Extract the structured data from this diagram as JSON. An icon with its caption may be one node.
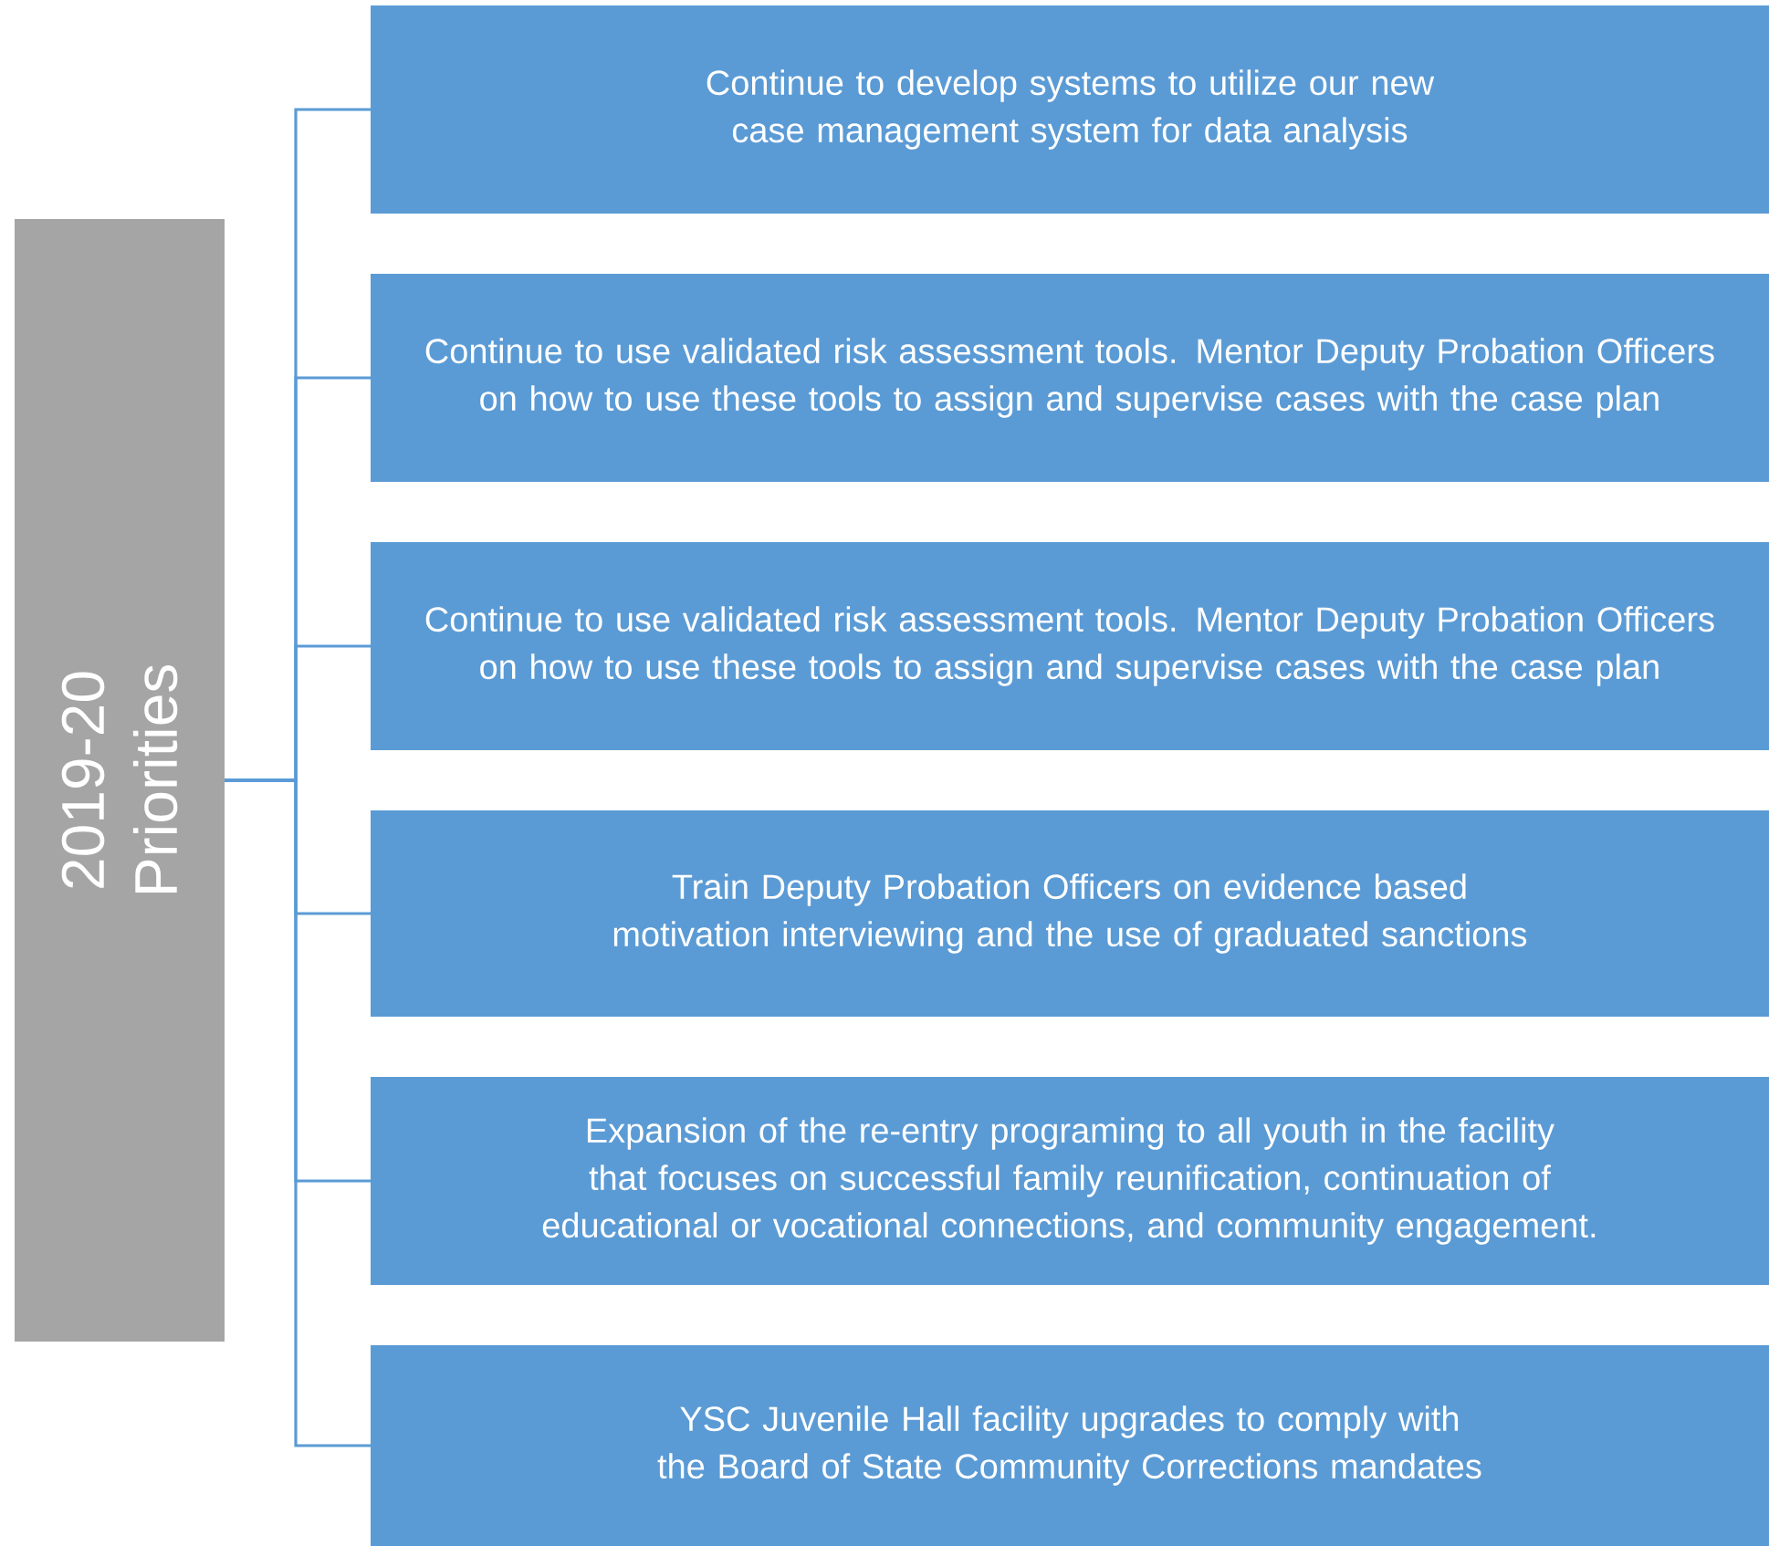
{
  "diagram": {
    "nodes": [
      {
        "text": [
          "2019-20 Priorities"
        ]
      },
      {
        "text": [
          "Continue to develop systems to utilize our new case management system for data analysis"
        ]
      },
      {
        "text": [
          "Continue to use validated risk assessment tools. Mentor  Deputy Probation Officers on how to use these tools to assign and supervise cases with the case plan"
        ]
      },
      {
        "text": [
          "Continue to use validated risk assessment tools. Mentor  Deputy Probation Officers on how to use these tools to assign and supervise cases with the case plan"
        ]
      },
      {
        "text": [
          "Train Deputy Probation Officers on evidence based motivation interviewing and the use of graduated sanctions"
        ]
      },
      {
        "text": [
          "Expansion of the re-entry programing to all youth in the facility that focuses on successful family reunification, continuation of educational or vocational connections, and community engagement."
        ]
      },
      {
        "text": [
          "YSC Juvenile Hall facility upgrades to comply with the Board of State Community Corrections mandates"
        ]
      }
    ],
    "edges": [
      {
        "from": 0,
        "to": 1,
        "arrow": "none"
      },
      {
        "from": 0,
        "to": 2,
        "arrow": "none"
      },
      {
        "from": 0,
        "to": 3,
        "arrow": "none"
      },
      {
        "from": 0,
        "to": 4,
        "arrow": "none"
      },
      {
        "from": 0,
        "to": 5,
        "arrow": "none"
      },
      {
        "from": 0,
        "to": 6,
        "arrow": "none"
      }
    ]
  }
}
